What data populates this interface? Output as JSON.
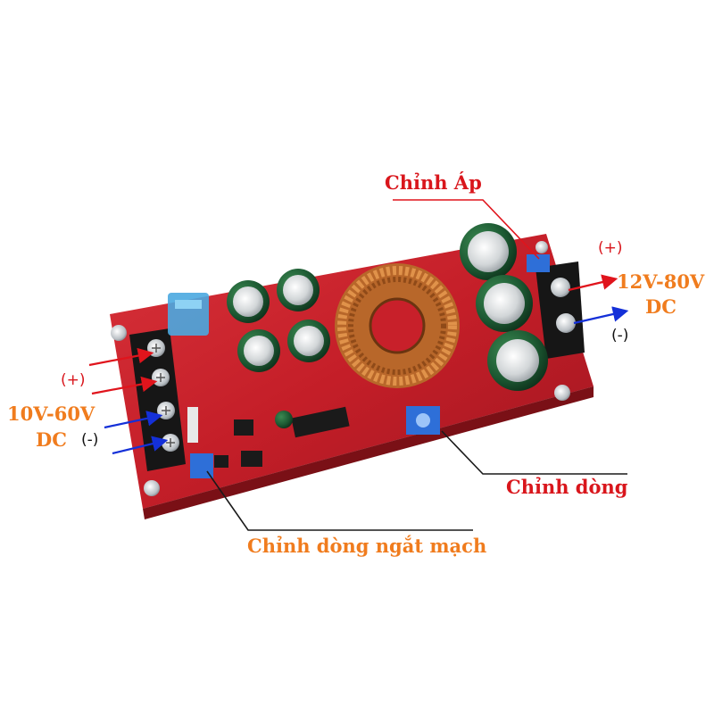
{
  "labels": {
    "voltage_adjust": "Chỉnh Áp",
    "output_plus": "(+)",
    "output_voltage": "12V-80V",
    "output_dc": "DC",
    "output_minus": "(-)",
    "input_plus": "(+)",
    "input_voltage": "10V-60V",
    "input_dc": "DC",
    "input_minus": "(-)",
    "current_adjust": "Chỉnh dòng",
    "short_circuit_current_adjust": "Chỉnh dòng ngắt mạch"
  },
  "colors": {
    "red_label": "#d9161c",
    "orange_label": "#f07c1e",
    "pcb": "#c8202a",
    "arrow_red": "#e0141c",
    "arrow_blue": "#1430d8"
  }
}
